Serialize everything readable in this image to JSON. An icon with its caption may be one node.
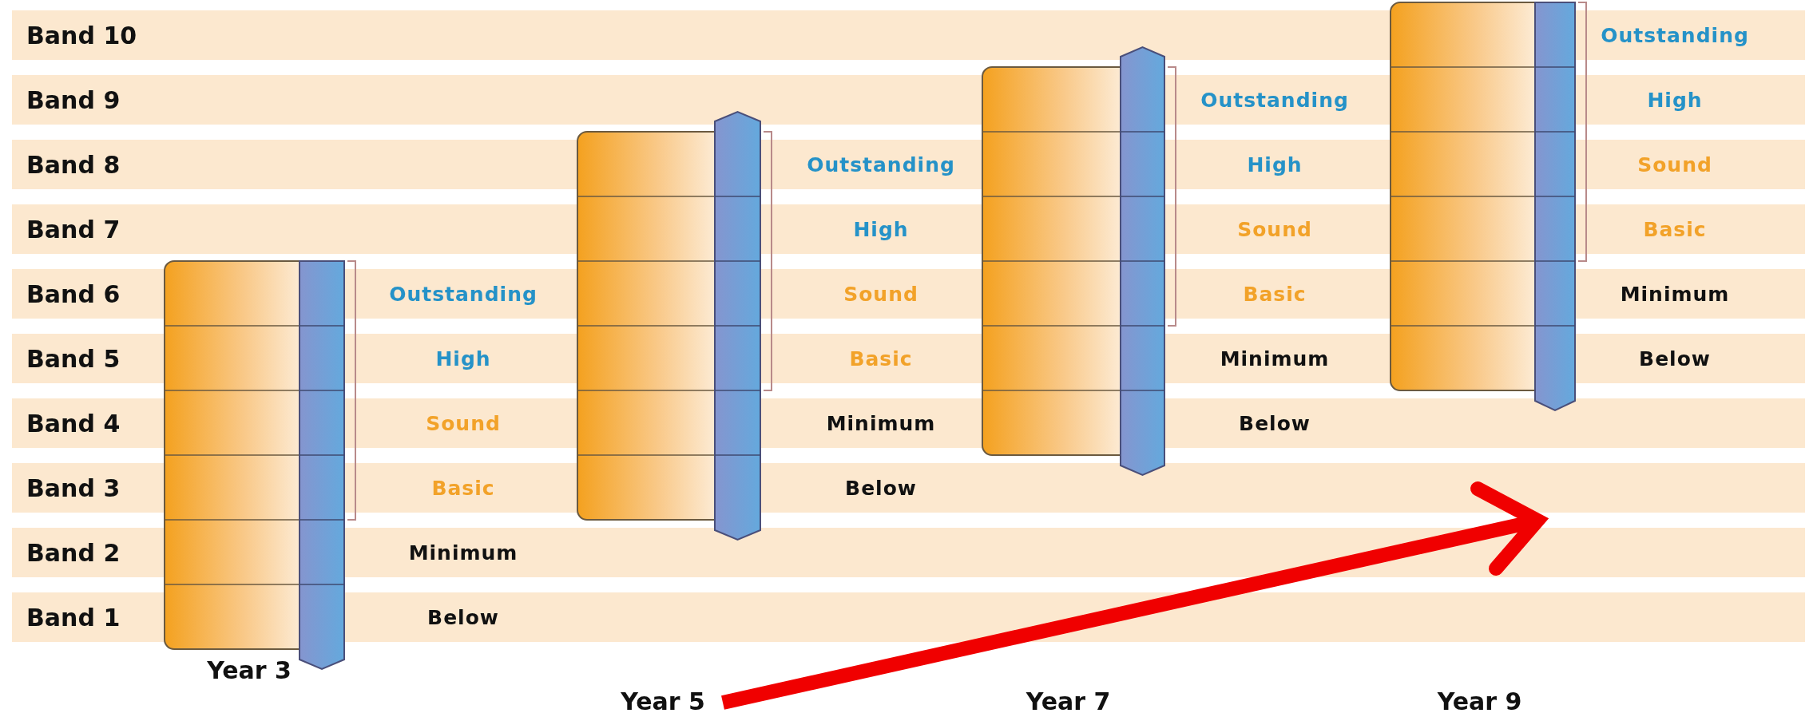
{
  "diagram": {
    "nodes": [
      {
        "text": [
          "Band 10"
        ]
      },
      {
        "text": [
          "Band 9"
        ]
      },
      {
        "text": [
          "Band 8"
        ]
      },
      {
        "text": [
          "Band 7"
        ]
      },
      {
        "text": [
          "Band 6"
        ]
      },
      {
        "text": [
          "Band 5"
        ]
      },
      {
        "text": [
          "Band 4"
        ]
      },
      {
        "text": [
          "Band 3"
        ]
      },
      {
        "text": [
          "Band 2"
        ]
      },
      {
        "text": [
          "Band 1"
        ]
      }
    ],
    "labels": [
      "Outstanding",
      "High",
      "Sound",
      "Basic",
      "Minimum",
      "Below",
      "Year 3",
      "Outstanding",
      "High",
      "Sound",
      "Basic",
      "Minimum",
      "Below",
      "Year 5",
      "Outstanding",
      "High",
      "Sound",
      "Basic",
      "Minimum",
      "Below",
      "Year 7",
      "Outstanding",
      "High",
      "Sound",
      "Basic",
      "Minimum",
      "Below",
      "Year 9"
    ]
  }
}
